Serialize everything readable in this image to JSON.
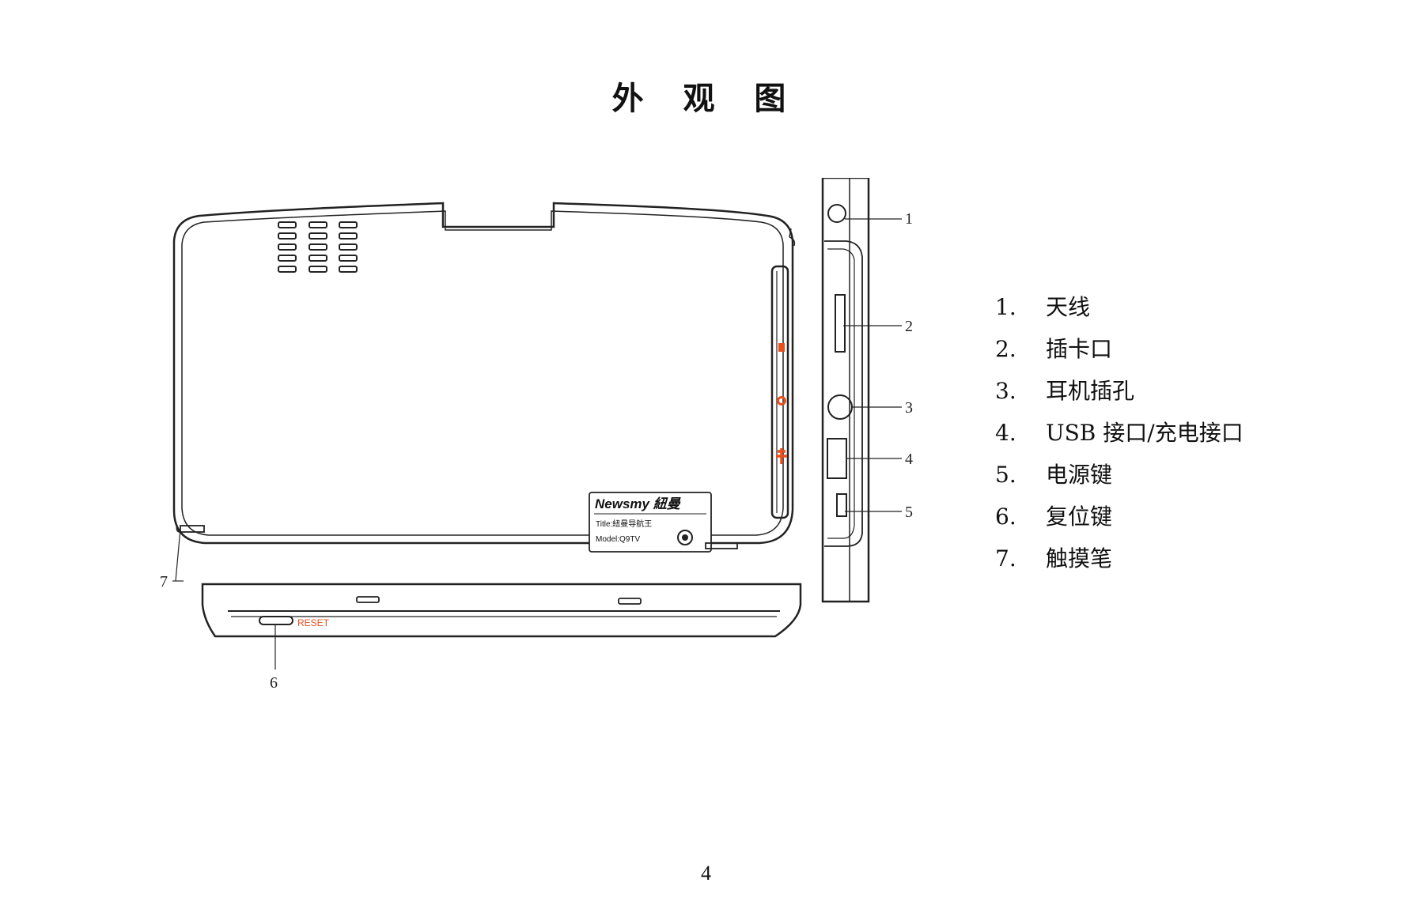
{
  "page": {
    "title": "外 观 图",
    "page_number": "4"
  },
  "diagram": {
    "label": {
      "brand": "Newsmy 紐曼",
      "title_line": "Title:紐曼导航王",
      "model_line": "Model:Q9TV"
    },
    "reset_text": "RESET",
    "callouts": [
      "1",
      "2",
      "3",
      "4",
      "5",
      "6",
      "7"
    ]
  },
  "legend": [
    {
      "num": "1.",
      "text": "天线"
    },
    {
      "num": "2.",
      "text": "插卡口"
    },
    {
      "num": "3.",
      "text": "耳机插孔"
    },
    {
      "num": "4.",
      "text": "USB 接口/充电接口"
    },
    {
      "num": "5.",
      "text": "电源键"
    },
    {
      "num": "6.",
      "text": "复位键"
    },
    {
      "num": "7.",
      "text": "触摸笔"
    }
  ],
  "colors": {
    "line": "#222222",
    "accent": "#e8501e"
  }
}
